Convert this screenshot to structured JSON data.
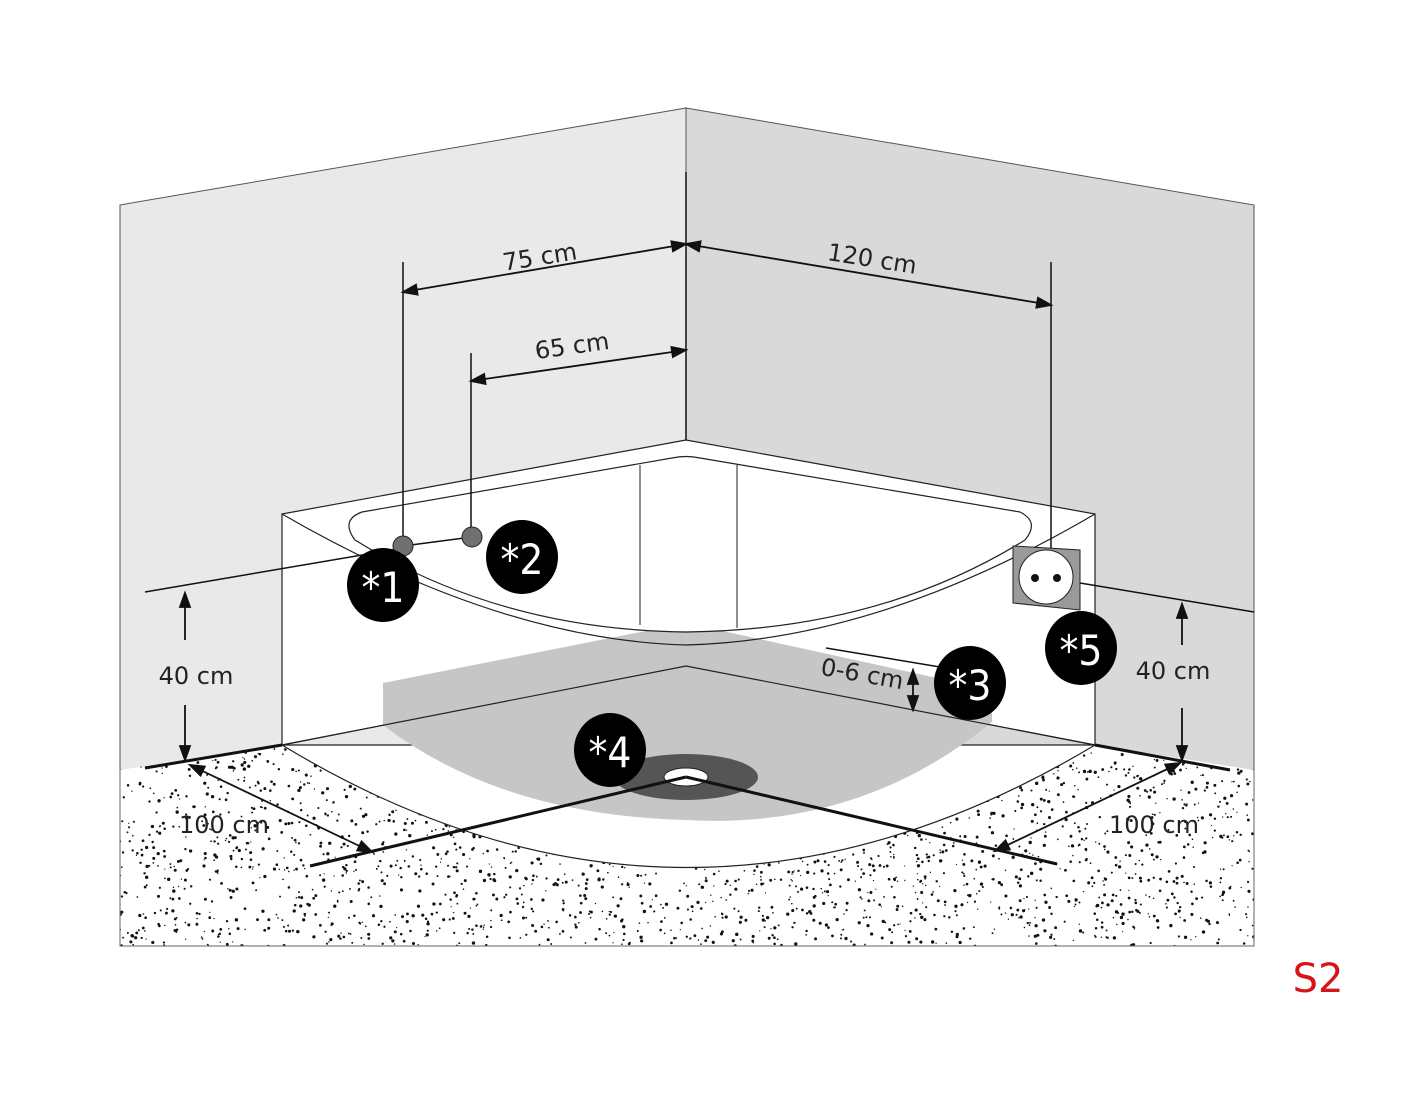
{
  "dimensions": {
    "width_left_outer": "75 cm",
    "width_left_inner": "65 cm",
    "width_right": "120 cm",
    "height_left": "40 cm",
    "height_right": "40 cm",
    "floor_left": "100 cm",
    "floor_right": "100 cm",
    "tray_gap": "0-6 cm"
  },
  "markers": [
    "*1",
    "*2",
    "*3",
    "*4",
    "*5"
  ],
  "model_code": "S2",
  "colors": {
    "left_wall": "#e9e9e9",
    "right_wall": "#d9d9d9",
    "badge": "#000000",
    "shadow": "#c6c6c6",
    "drain": "#555555",
    "socket": "#9a9a9a",
    "code": "#d7141a"
  }
}
